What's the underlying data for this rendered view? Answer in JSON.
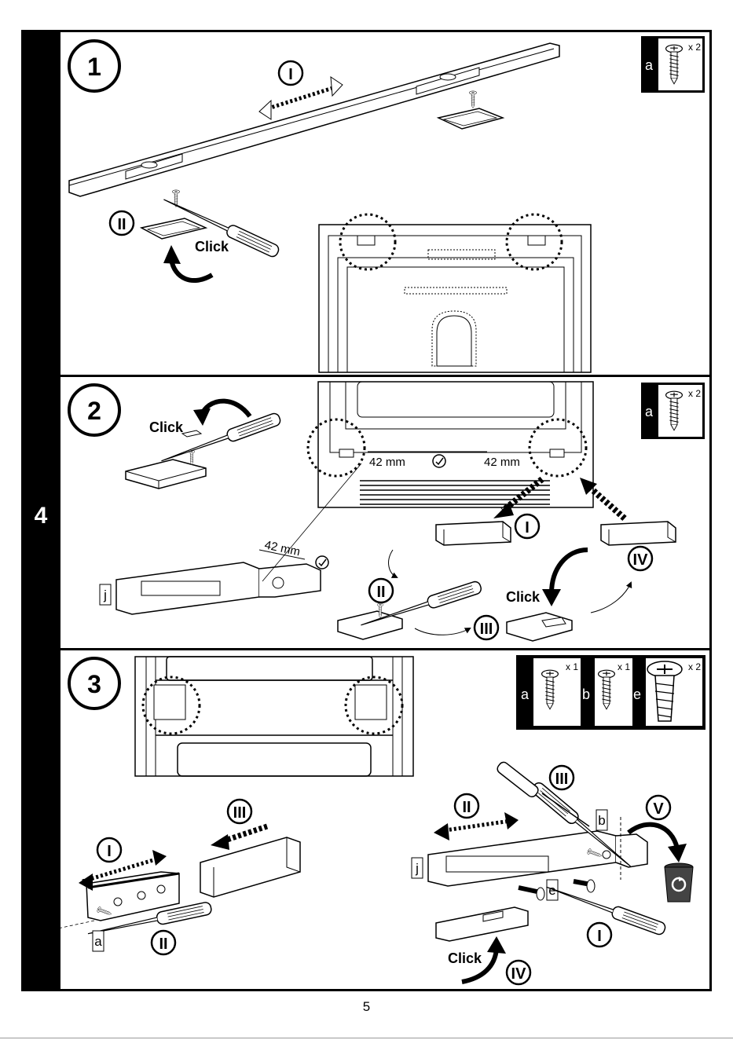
{
  "section_number": "4",
  "page_number": "5",
  "panels": [
    {
      "step": "1",
      "markers": [
        "I",
        "II"
      ],
      "click_label": "Click",
      "part_box": {
        "letter": "a",
        "quantity": "x 2"
      }
    },
    {
      "step": "2",
      "markers": [
        "I",
        "II",
        "III",
        "IV"
      ],
      "click_labels": [
        "Click",
        "Click"
      ],
      "dimensions": [
        "42 mm",
        "42 mm",
        "42 mm"
      ],
      "part_label": "j",
      "part_box": {
        "letter": "a",
        "quantity": "x 2"
      }
    },
    {
      "step": "3",
      "markers": [
        "I",
        "II",
        "III",
        "I",
        "II",
        "III",
        "IV",
        "V"
      ],
      "click_label": "Click",
      "part_labels": [
        "a",
        "j",
        "b",
        "e"
      ],
      "part_boxes": [
        {
          "letter": "a",
          "quantity": "x 1"
        },
        {
          "letter": "b",
          "quantity": "x 1"
        },
        {
          "letter": "e",
          "quantity": "x 2"
        }
      ]
    }
  ]
}
